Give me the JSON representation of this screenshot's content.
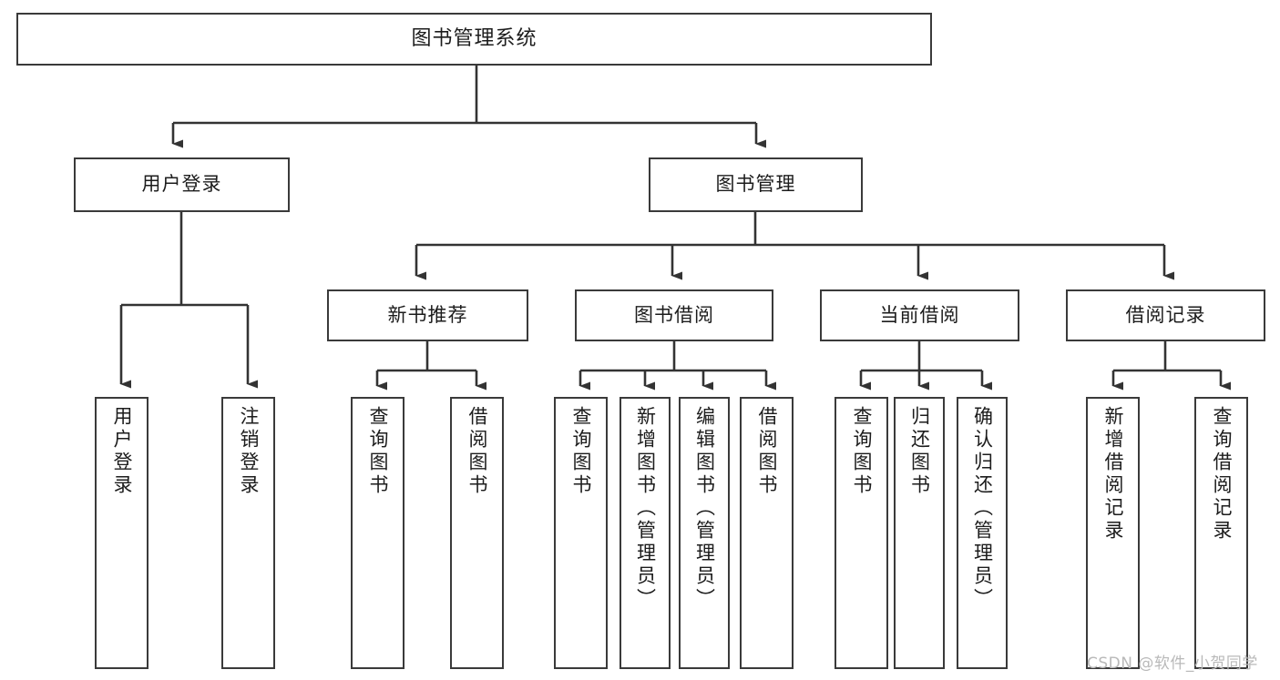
{
  "diagram": {
    "title": "图书管理系统",
    "type": "tree",
    "root": {
      "label": "图书管理系统"
    },
    "level2": [
      {
        "label": "用户登录"
      },
      {
        "label": "图书管理"
      }
    ],
    "level3": [
      {
        "label": "新书推荐"
      },
      {
        "label": "图书借阅"
      },
      {
        "label": "当前借阅"
      },
      {
        "label": "借阅记录"
      }
    ],
    "leaves": {
      "user_login": [
        {
          "label": "用户登录"
        },
        {
          "label": "注销登录"
        }
      ],
      "new_book": [
        {
          "label": "查询图书"
        },
        {
          "label": "借阅图书"
        }
      ],
      "book_borrow": [
        {
          "label": "查询图书"
        },
        {
          "label": "新增图书（管理员）"
        },
        {
          "label": "编辑图书（管理员）"
        },
        {
          "label": "借阅图书"
        }
      ],
      "current_borrow": [
        {
          "label": "查询图书"
        },
        {
          "label": "归还图书"
        },
        {
          "label": "确认归还（管理员）"
        }
      ],
      "borrow_record": [
        {
          "label": "新增借阅记录"
        },
        {
          "label": "查询借阅记录"
        }
      ]
    }
  },
  "watermark": {
    "text": "CSDN @软件_小贺同学"
  },
  "colors": {
    "background": "#ffffff",
    "stroke": "#3a3a3a",
    "text": "#1c1c1c",
    "watermark": "#b9b9b9"
  }
}
